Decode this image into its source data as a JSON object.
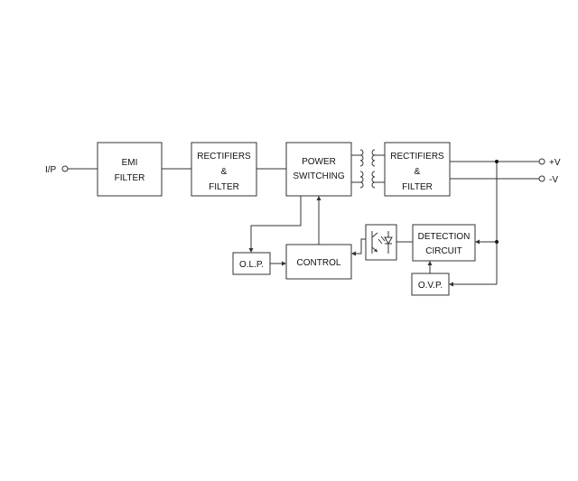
{
  "input_label": "I/P",
  "output_pos_label": "+V",
  "output_neg_label": "-V",
  "blocks": {
    "emi": [
      "EMI",
      "FILTER"
    ],
    "rect1": [
      "RECTIFIERS",
      "&",
      "FILTER"
    ],
    "power": [
      "POWER",
      "SWITCHING"
    ],
    "rect2": [
      "RECTIFIERS",
      "&",
      "FILTER"
    ],
    "olp": [
      "O.L.P."
    ],
    "control": [
      "CONTROL"
    ],
    "detection": [
      "DETECTION",
      "CIRCUIT"
    ],
    "ovp": [
      "O.V.P."
    ]
  },
  "icons": {
    "transformer": "transformer-icon",
    "optocoupler": "optocoupler-icon"
  }
}
